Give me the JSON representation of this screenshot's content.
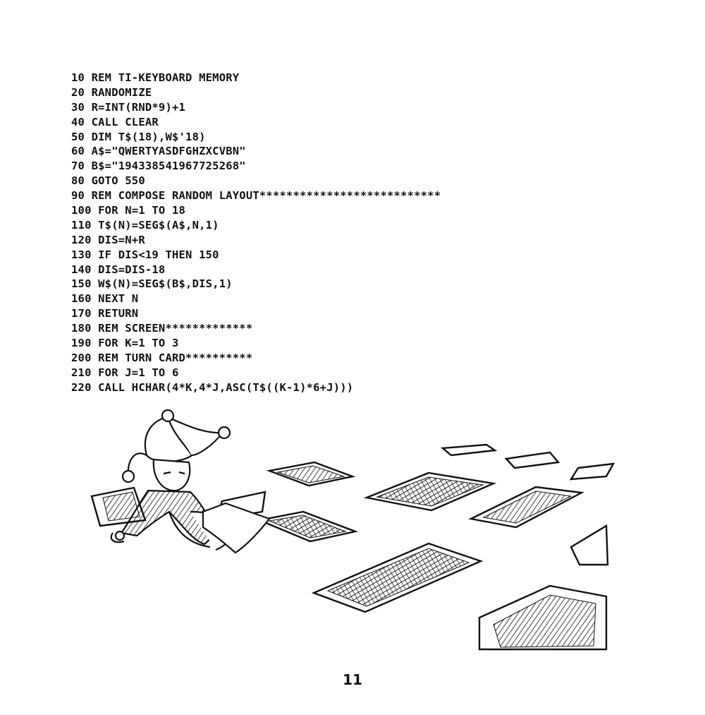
{
  "listing": {
    "lines": [
      "10 REM TI-KEYBOARD MEMORY",
      "20 RANDOMIZE",
      "30 R=INT(RND*9)+1",
      "40 CALL CLEAR",
      "50 DIM T$(18),W$'18)",
      "60 A$=\"QWERTYASDFGHZXCVBN\"",
      "70 B$=\"194338541967725268\"",
      "80 GOTO 550",
      "90 REM COMPOSE RANDOM LAYOUT***************************",
      "100 FOR N=1 TO 18",
      "110 T$(N)=SEG$(A$,N,1)",
      "120 DIS=N+R",
      "130 IF DIS<19 THEN 150",
      "140 DIS=DIS-18",
      "150 W$(N)=SEG$(B$,DIS,1)",
      "160 NEXT N",
      "170 RETURN",
      "180 REM SCREEN*************",
      "190 FOR K=1 TO 3",
      "200 REM TURN CARD**********",
      "210 FOR J=1 TO 6",
      "220 CALL HCHAR(4*K,4*J,ASC(T$((K-1)*6+J)))"
    ]
  },
  "illustration": {
    "subject": "jester turning over face-down cards on a floor"
  },
  "page_number": "11"
}
